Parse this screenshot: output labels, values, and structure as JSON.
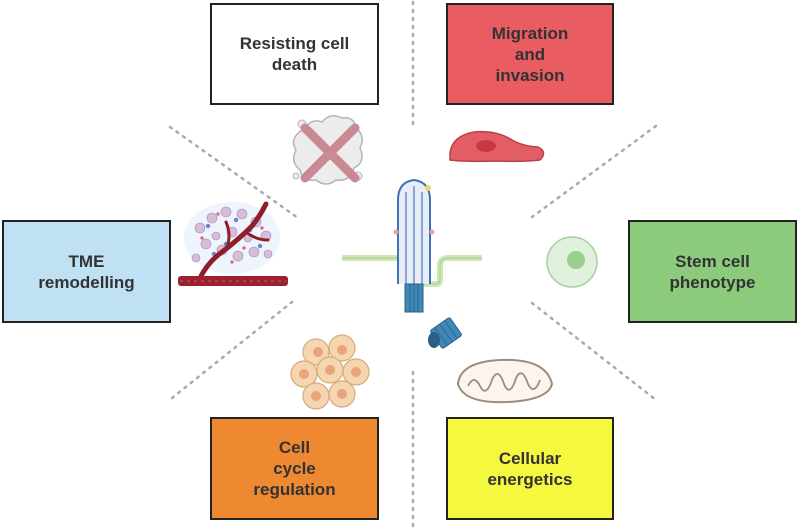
{
  "boxes": {
    "resisting_cell_death": {
      "label": "Resisting cell\ndeath",
      "color": "#ffffff"
    },
    "migration_invasion": {
      "label": "Migration\nand\ninvasion",
      "color": "#e85c62"
    },
    "tme_remodelling": {
      "label": "TME\nremodelling",
      "color": "#bfe1f3"
    },
    "stem_cell_phenotype": {
      "label": "Stem cell\nphenotype",
      "color": "#8dcb7c"
    },
    "cell_cycle_regulation": {
      "label": "Cell\ncycle\nregulation",
      "color": "#ee8932"
    },
    "cellular_energetics": {
      "label": "Cellular\nenergetics",
      "color": "#f6f73f"
    }
  },
  "icons": {
    "center": "primary-cilium-icon",
    "resisting_cell_death": "crossed-apoptotic-cell-icon",
    "migration_invasion": "migrating-cell-icon",
    "tme_remodelling": "blood-vessel-tumor-icon",
    "stem_cell_phenotype": "stem-cell-icon",
    "cell_cycle_regulation": "cell-cluster-icon",
    "cellular_energetics": "mitochondrion-icon"
  },
  "colors": {
    "border": "#222222",
    "connector": "#aaaaaa",
    "text": "#333333"
  }
}
